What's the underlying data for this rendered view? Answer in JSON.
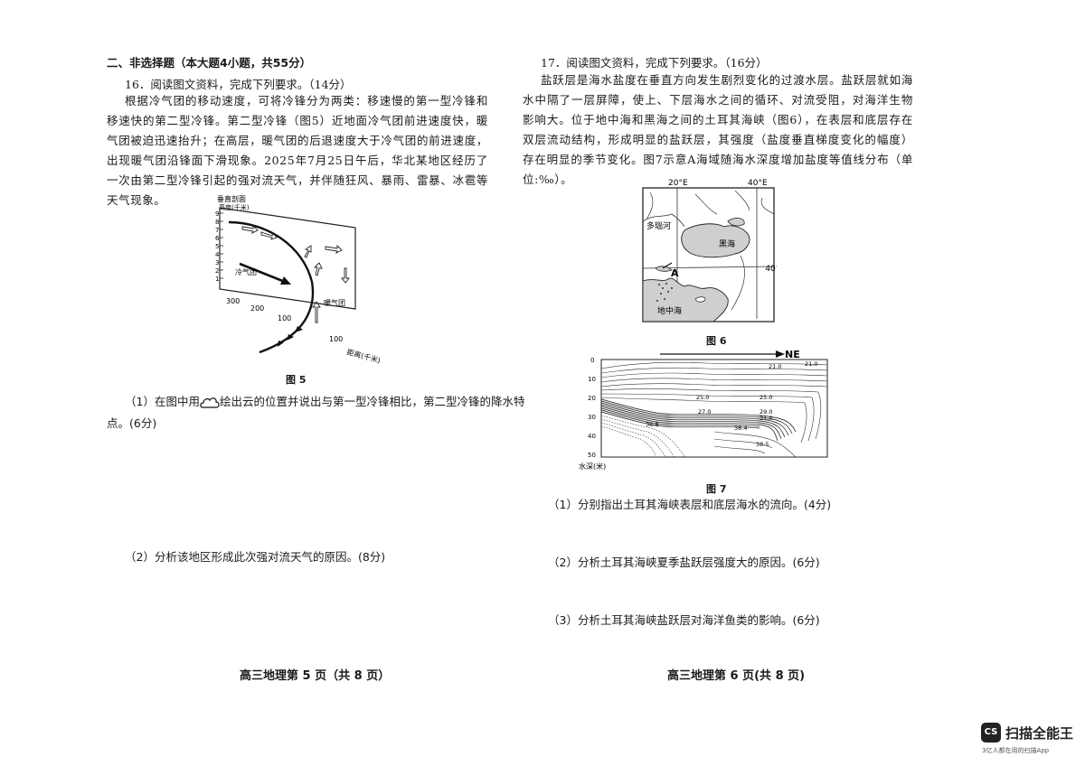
{
  "left": {
    "section_title": "二、非选择题（本大题4小题，共55分）",
    "q16_heading": "16．阅读图文资料，完成下列要求。（14分）",
    "q16_para": "根据冷气团的移动速度，可将冷锋分为两类：移速慢的第一型冷锋和移速快的第二型冷锋。第二型冷锋（图5）近地面冷气团前进速度快，暖气团被迫迅速抬升；在高层，暖气团的后退速度大于冷气团的前进速度，出现暖气团沿锋面下滑现象。2025年7月25日午后，华北某地区经历了一次由第二型冷锋引起的强对流天气，并伴随狂风、暴雨、雷暴、冰雹等天气现象。",
    "fig5": {
      "title": "垂直剖面",
      "ylabel": "高度(千米)",
      "yticks": [
        "9",
        "8",
        "7",
        "6",
        "5",
        "4",
        "3",
        "2",
        "1"
      ],
      "cold_label": "冷气团",
      "warm_label": "暖气团",
      "xticks": [
        "300",
        "200",
        "100",
        "100"
      ],
      "xlabel": "距离(千米)",
      "caption": "图 5"
    },
    "q16_1_pre": "（1）在图中用",
    "q16_1_post": "绘出云的位置并说出与第一型冷锋相比，第二型冷锋的降水特",
    "q16_1_line2": "点。(6分)",
    "q16_2": "（2）分析该地区形成此次强对流天气的原因。(8分)",
    "footer": "高三地理第 5 页（共 8 页）"
  },
  "right": {
    "q17_heading": "17．阅读图文资料，完成下列要求。（16分）",
    "q17_para": "盐跃层是海水盐度在垂直方向发生剧烈变化的过渡水层。盐跃层就如海水中隔了一层屏障，使上、下层海水之间的循环、对流受阻，对海洋生物影响大。位于地中海和黑海之间的土耳其海峡（图6），在表层和底层存在双层流动结构，形成明显的盐跃层，其强度（盐度垂直梯度变化的幅度）存在明显的季节变化。图7示意A海域随海水深度增加盐度等值线分布（单位:‰）。",
    "fig6": {
      "lon1": "20°E",
      "lon2": "40°E",
      "lat": "40°N",
      "river": "多瑙河",
      "black_sea": "黑海",
      "med": "地中海",
      "point": "A",
      "caption": "图 6"
    },
    "fig7": {
      "direction": "NE",
      "yticks": [
        "0",
        "10",
        "20",
        "30",
        "40",
        "50"
      ],
      "ylabel": "水深(米)",
      "contour_labels": [
        "21.0",
        "21.0",
        "25.0",
        "25.0",
        "27.0",
        "29.0",
        "31.0",
        "38.8",
        "38.4",
        "38.5"
      ],
      "caption": "图 7"
    },
    "q17_1": "（1）分别指出土耳其海峡表层和底层海水的流向。(4分)",
    "q17_2": "（2）分析土耳其海峡夏季盐跃层强度大的原因。(6分)",
    "q17_3": "（3）分析土耳其海峡盐跃层对海洋鱼类的影响。(6分)",
    "footer": "高三地理第 6 页(共 8 页)"
  },
  "watermark": {
    "logo": "CS",
    "brand": "扫描全能王",
    "sub": "3亿人都在用的扫描App"
  }
}
